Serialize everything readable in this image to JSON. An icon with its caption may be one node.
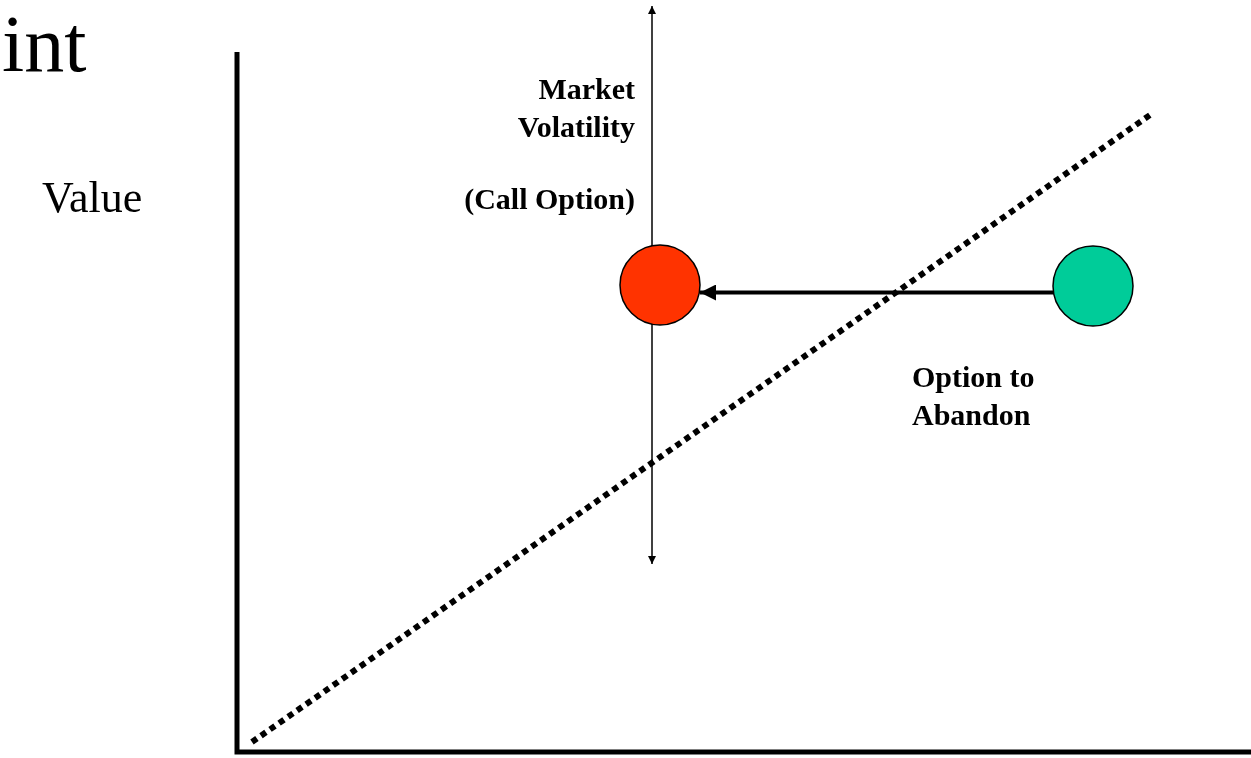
{
  "diagram": {
    "nodes": [
      {
        "text": [],
        "shape": "circle"
      },
      {
        "text": [],
        "shape": "circle"
      }
    ],
    "edges": [
      {
        "from": 1,
        "to": 0,
        "arrow": "to"
      }
    ],
    "labels": [
      "int",
      "Value",
      "Market Volatility",
      "(Call Option)",
      "Option to Abandon"
    ]
  }
}
